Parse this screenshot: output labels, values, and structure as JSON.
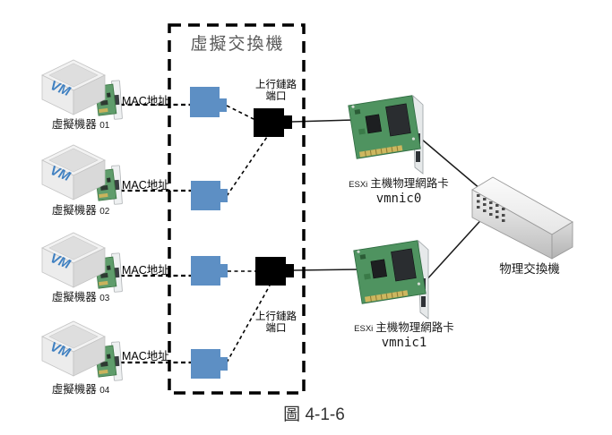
{
  "figure": {
    "caption": "圖 4-1-6"
  },
  "virtual_switch": {
    "title": "虛擬交換機",
    "uplink_port_label_line1": "上行鏈路",
    "uplink_port_label_line2": "端口",
    "vm_port_count": 4,
    "uplink_port_count": 2
  },
  "vm_icon_text": "VM",
  "vms": [
    {
      "label": "虛擬機器",
      "number": "01",
      "mac_label": "MAC地址"
    },
    {
      "label": "虛擬機器",
      "number": "02",
      "mac_label": "MAC地址"
    },
    {
      "label": "虛擬機器",
      "number": "03",
      "mac_label": "MAC地址"
    },
    {
      "label": "虛擬機器",
      "number": "04",
      "mac_label": "MAC地址"
    }
  ],
  "nics": [
    {
      "prefix": "ESXi",
      "label": "主機物理網路卡",
      "name": "vmnic0"
    },
    {
      "prefix": "ESXi",
      "label": "主機物理網路卡",
      "name": "vmnic1"
    }
  ],
  "physical_switch": {
    "label": "物理交換機"
  },
  "icons": {
    "vm": "vm-cube-icon",
    "vm_adapter": "vm-network-adapter-icon",
    "vm_port": "vswitch-port-icon",
    "uplink_port": "uplink-port-icon",
    "nic": "pci-network-card-icon",
    "physical_switch": "physical-switch-icon"
  },
  "colors": {
    "vm_port_blue": "#5d8fc4",
    "uplink_port_black": "#000000",
    "nic_board_green": "#4f9360",
    "title_gray": "#595959",
    "vm_logo_blue": "#3f80c1",
    "line_black": "#1a1a1a"
  }
}
